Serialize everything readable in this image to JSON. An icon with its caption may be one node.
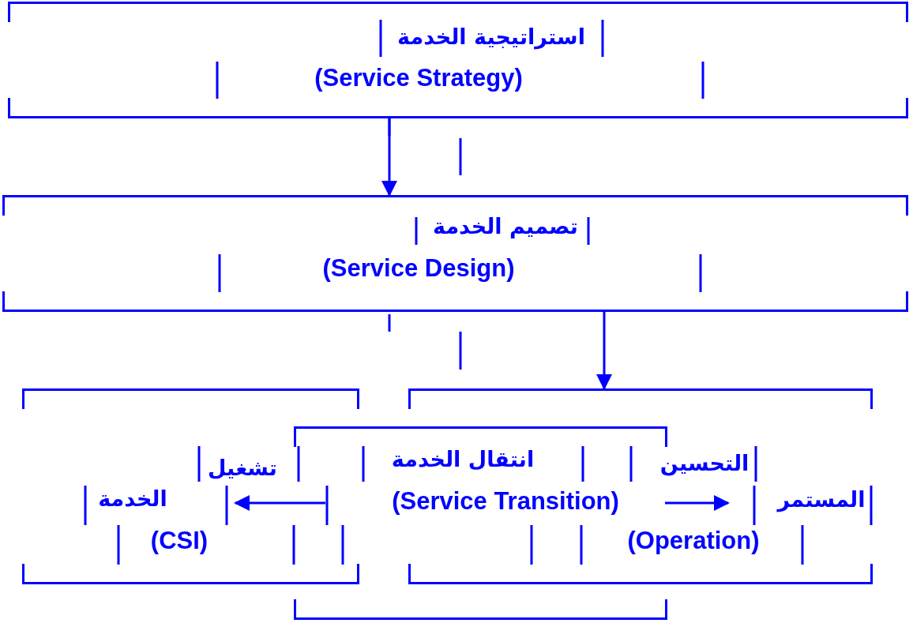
{
  "diagram": {
    "nodes": [
      {
        "text": [
          "استراتيجية الخدمة",
          "(Service Strategy)"
        ]
      },
      {
        "text": [
          "تصميم الخدمة",
          "(Service Design)"
        ]
      },
      {
        "text": [
          "تشغيل",
          "الخدمة",
          "(CSI)"
        ]
      },
      {
        "text": [
          "انتقال الخدمة",
          "(Service Transition)"
        ]
      },
      {
        "text": [
          "التحسين",
          "المستمر",
          "(Operation)"
        ]
      }
    ],
    "edges": [
      {
        "from": 0,
        "to": 1,
        "arrow": "to"
      },
      {
        "from": 1,
        "to": 4,
        "arrow": "to"
      },
      {
        "from": 3,
        "to": 2,
        "arrow": "to"
      },
      {
        "from": 3,
        "to": 4,
        "arrow": "to"
      }
    ]
  }
}
